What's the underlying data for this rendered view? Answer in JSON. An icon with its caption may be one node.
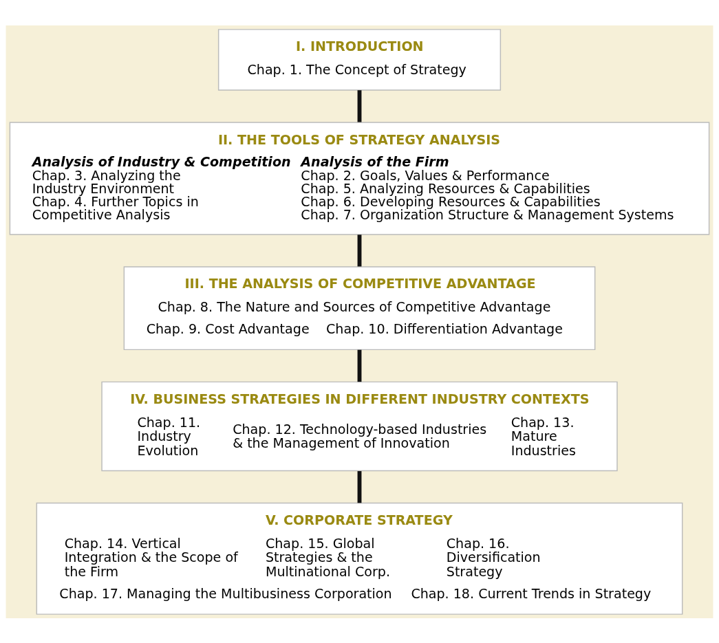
{
  "diagram": {
    "nodes": [
      {
        "text": [
          "I. INTRODUCTION",
          "Chap. 1. The Concept of Strategy"
        ]
      },
      {
        "text": [
          "II. THE TOOLS OF STRATEGY ANALYSIS",
          "Analysis of Industry & Competition",
          "Chap. 3. Analyzing the Industry Environment",
          "Chap. 4. Further Topics in Competitive Analysis",
          "Analysis of the Firm",
          "Chap. 2. Goals, Values & Performance",
          "Chap. 5. Analyzing Resources & Capabilities",
          "Chap. 6. Developing Resources & Capabilities",
          "Chap. 7. Organization Structure & Management Systems"
        ]
      },
      {
        "text": [
          "III. THE ANALYSIS OF COMPETITIVE ADVANTAGE",
          "Chap. 8. The Nature and Sources of Competitive Advantage",
          "Chap. 9. Cost Advantage",
          "Chap. 10. Differentiation Advantage"
        ]
      },
      {
        "text": [
          "IV. BUSINESS STRATEGIES IN DIFFERENT INDUSTRY CONTEXTS",
          "Chap. 11. Industry Evolution",
          "Chap. 12. Technology-based Industries & the Management of Innovation",
          "Chap. 13. Mature Industries"
        ]
      },
      {
        "text": [
          "V. CORPORATE STRATEGY",
          "Chap. 14. Vertical Integration & the Scope of the Firm",
          "Chap. 15. Global Strategies & the Multinational Corp.",
          "Chap. 16. Diversification Strategy",
          "Chap. 17. Managing the Multibusiness Corporation",
          "Chap. 18. Current Trends in Strategy"
        ]
      }
    ],
    "edges": [
      {
        "from": 0,
        "to": 1,
        "arrow": "none"
      },
      {
        "from": 1,
        "to": 2,
        "arrow": "none"
      },
      {
        "from": 2,
        "to": 3,
        "arrow": "none"
      },
      {
        "from": 3,
        "to": 4,
        "arrow": "none"
      }
    ]
  }
}
